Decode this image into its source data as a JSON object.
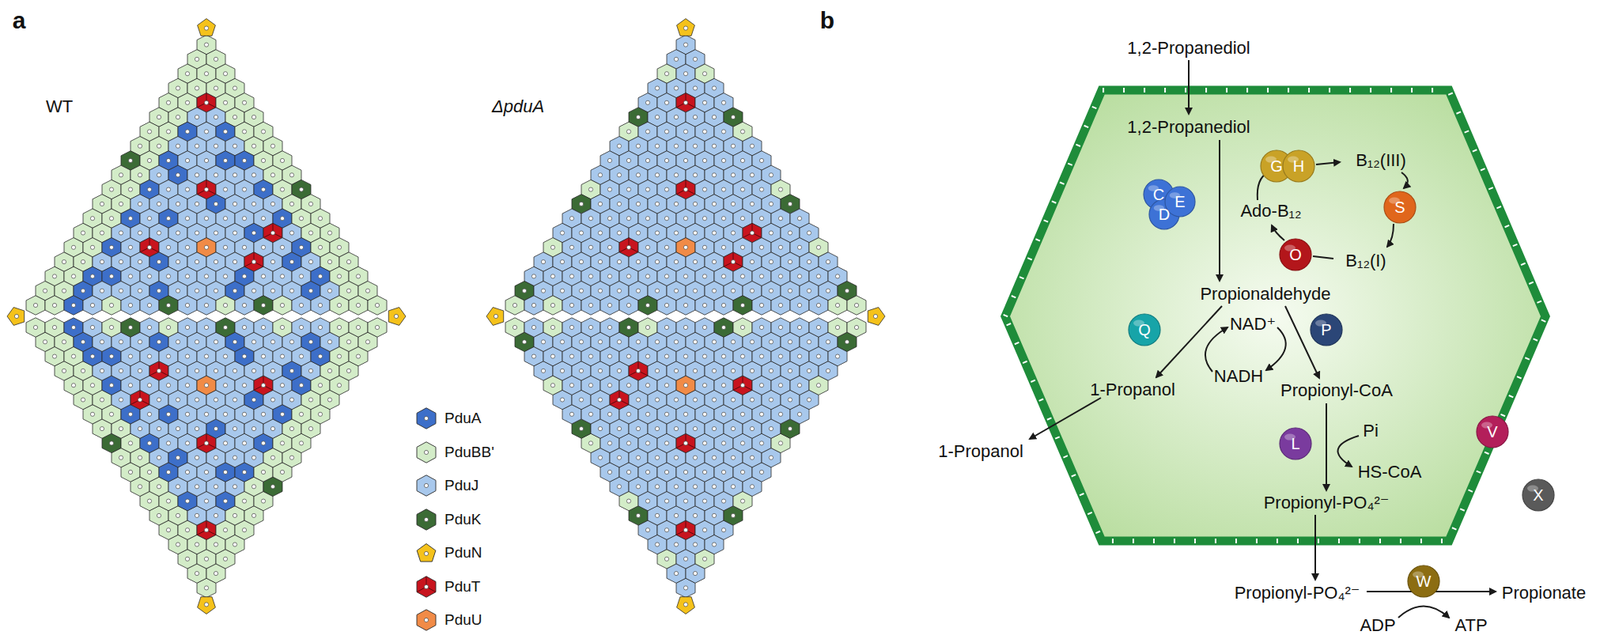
{
  "diagram": {
    "nodes": [
      {
        "text": [
          "G",
          "H"
        ]
      },
      {
        "text": [
          "C",
          "D",
          "E"
        ]
      },
      {
        "text": [
          "S"
        ]
      },
      {
        "text": [
          "O"
        ]
      },
      {
        "text": [
          "Q"
        ]
      },
      {
        "text": [
          "P"
        ]
      },
      {
        "text": [
          "V"
        ]
      },
      {
        "text": [
          "L"
        ]
      },
      {
        "text": [
          "X"
        ]
      },
      {
        "text": [
          "W"
        ]
      }
    ],
    "labels": [
      "a",
      "WT",
      "ΔpduA",
      "b",
      "1,2-Propanediol",
      "1,2-Propanediol",
      "B₁₂(III)",
      "Ado-B₁₂",
      "B₁₂(I)",
      "Propionaldehyde",
      "NAD⁺",
      "NADH",
      "1-Propanol",
      "Propionyl-CoA",
      "Pi",
      "HS-CoA",
      "Propionyl-PO₄²⁻",
      "1-Propanol",
      "Propionyl-PO₄²⁻",
      "Propionate",
      "ADP",
      "ATP"
    ],
    "legend": [
      {
        "text": "PduA",
        "color": "#3d6fc9"
      },
      {
        "text": "PduBB'",
        "color": "#d3ecc8"
      },
      {
        "text": "PduJ",
        "color": "#a8c8ec"
      },
      {
        "text": "PduK",
        "color": "#3b6b35"
      },
      {
        "text": "PduN",
        "color": "#f5c21b"
      },
      {
        "text": "PduT",
        "color": "#c8141e"
      },
      {
        "text": "PduU",
        "color": "#f18b47"
      }
    ]
  }
}
